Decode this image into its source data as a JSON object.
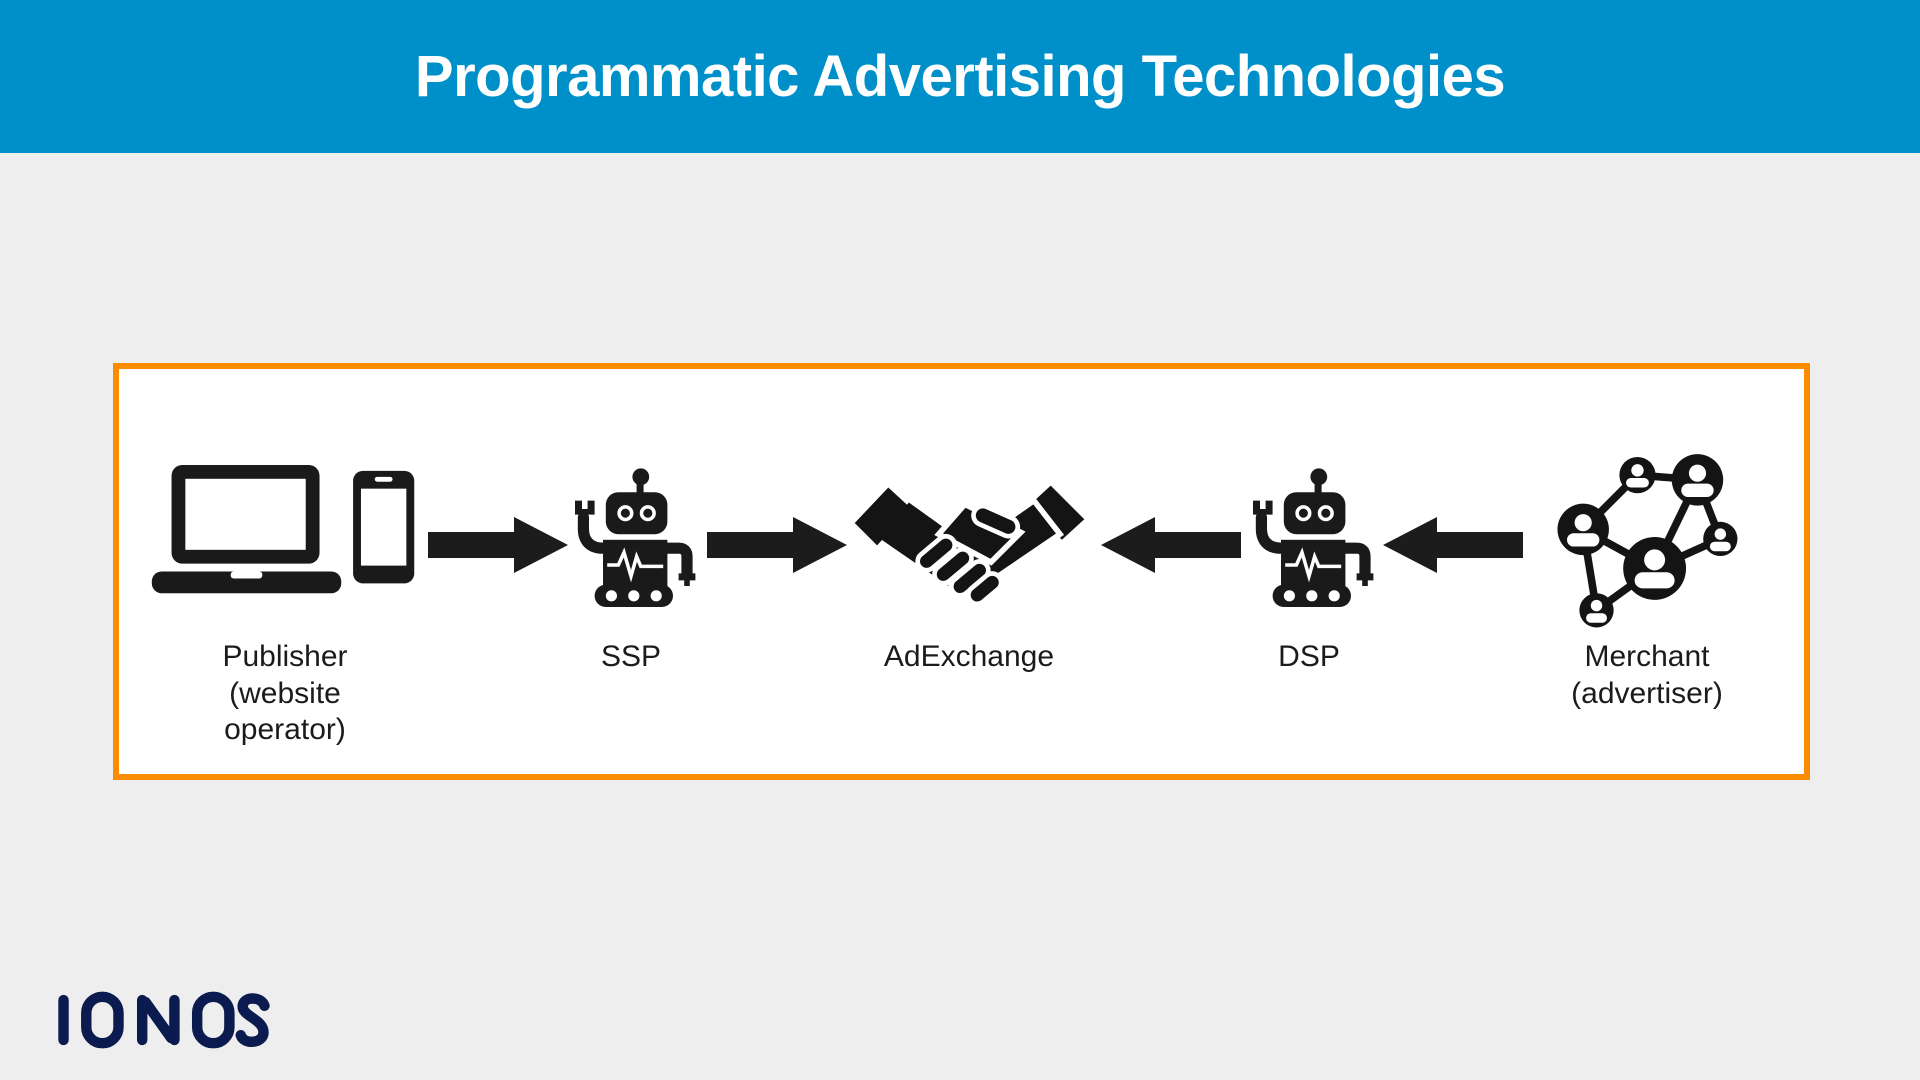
{
  "header": {
    "title": "Programmatic Advertising Technologies",
    "background_color": "#0090C9",
    "text_color": "#FFFFFF"
  },
  "diagram": {
    "border_color": "#F98C00",
    "background_color": "#FFFFFF",
    "icon_color": "#1A1A1A",
    "nodes": [
      {
        "id": "publisher",
        "icon": "laptop-and-phone-icon",
        "label_lines": [
          "Publisher",
          "(website",
          "operator)"
        ]
      },
      {
        "id": "ssp",
        "icon": "robot-icon",
        "label_lines": [
          "SSP"
        ]
      },
      {
        "id": "adexchange",
        "icon": "handshake-icon",
        "label_lines": [
          "AdExchange"
        ]
      },
      {
        "id": "dsp",
        "icon": "robot-icon",
        "label_lines": [
          "DSP"
        ]
      },
      {
        "id": "merchant",
        "icon": "people-network-icon",
        "label_lines": [
          "Merchant",
          "(advertiser)"
        ]
      }
    ],
    "arrows": [
      {
        "from": "publisher",
        "to": "ssp",
        "direction": "right"
      },
      {
        "from": "ssp",
        "to": "adexchange",
        "direction": "right"
      },
      {
        "from": "dsp",
        "to": "adexchange",
        "direction": "left"
      },
      {
        "from": "merchant",
        "to": "dsp",
        "direction": "left"
      }
    ]
  },
  "footer": {
    "logo_text": "IONOS",
    "logo_color": "#0B1B4F"
  }
}
